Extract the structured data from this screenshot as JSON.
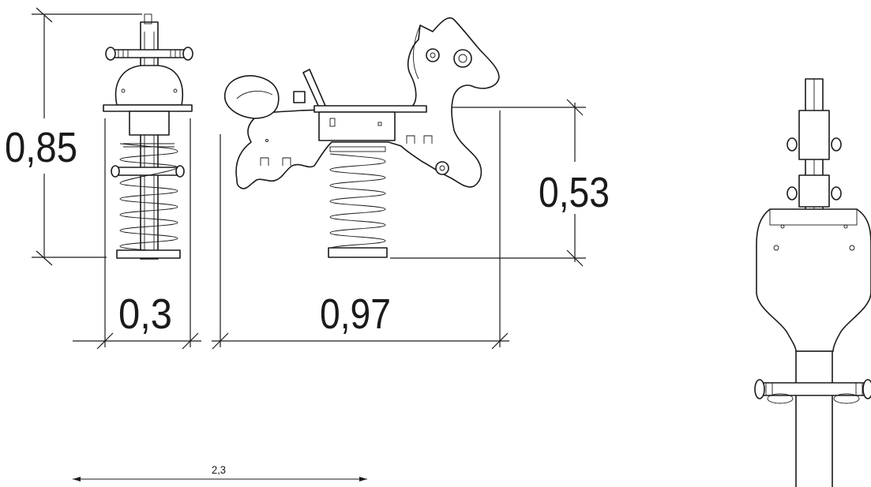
{
  "dimensions": {
    "total_height": "0,85",
    "width_side": "0,3",
    "length": "0,97",
    "seat_height": "0,53",
    "overall_span": "2,3"
  },
  "colors": {
    "line": "#1a1a1a",
    "background": "#ffffff"
  }
}
